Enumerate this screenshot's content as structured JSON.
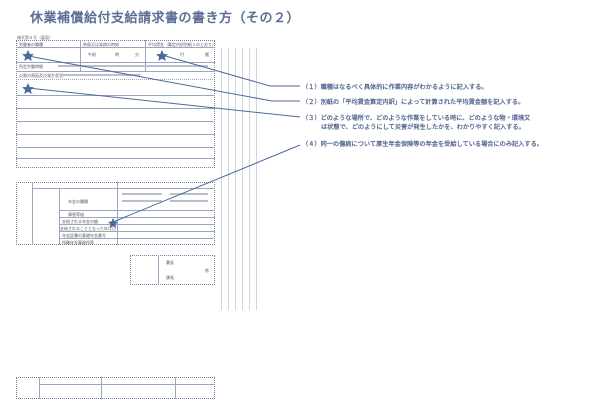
{
  "title": "休業補償給付支給請求書の書き方（その２）",
  "form_number": "様式第８号（裏面）",
  "form": {
    "col1_header": "労働者の職種",
    "col2_header": "負傷又は発病の時刻",
    "col3_header": "平均賃金（算定内訳別紙１のとおり）",
    "row2_label": "所定労働時間",
    "disaster_label": "災害の原因及び発生状況",
    "time_units": [
      "午前",
      "時",
      "分"
    ],
    "yen": "円",
    "sen": "銭",
    "lower_labels": [
      "年金の種類",
      "障害等級",
      "支給される年金の額",
      "支給されることとなった年月日",
      "年金証書の基礎年金番号",
      "所轄年金事務所等"
    ],
    "office_labels": [
      "署長",
      "課長",
      "係"
    ]
  },
  "notes": [
    {
      "num": "（１）",
      "text": "職種はなるべく具体的に作業内容がわかるように記入する。"
    },
    {
      "num": "（２）",
      "text": "別紙の「平均賃金算定内訳」によって計算された平均賃金額を記入する。"
    },
    {
      "num": "（３）",
      "text": "どのような場所で、どのような作業をしている時に、どのような物・環境又",
      "text2": "は状態で、どのようにして災害が発生したかを、わかりやすく記入する。"
    },
    {
      "num": "（４）",
      "text": "同一の傷病について厚生年金保険等の年金を受給している場合にのみ記入する。"
    }
  ],
  "colors": {
    "accent": "#4e6a9c",
    "text": "#51658f"
  }
}
